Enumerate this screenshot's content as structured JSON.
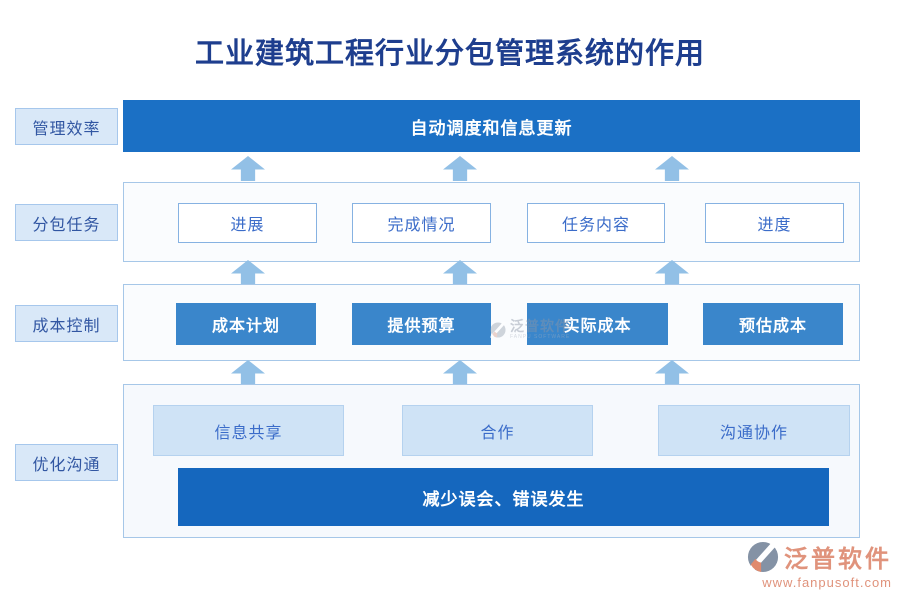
{
  "title": "工业建筑工程行业分包管理系统的作用",
  "rows": [
    {
      "label": "管理效率",
      "type": "banner",
      "banner": "自动调度和信息更新"
    },
    {
      "label": "分包任务",
      "type": "outline-boxes",
      "items": [
        "进展",
        "完成情况",
        "任务内容",
        "进度"
      ]
    },
    {
      "label": "成本控制",
      "type": "solid-boxes",
      "items": [
        "成本计划",
        "提供预算",
        "实际成本",
        "预估成本"
      ]
    },
    {
      "label": "优化沟通",
      "type": "light-boxes",
      "items": [
        "信息共享",
        "合作",
        "沟通协作"
      ],
      "banner": "减少误会、错误发生"
    }
  ],
  "watermark": {
    "name": "泛普软件",
    "subtitle": "FANPU SOFTWARE"
  },
  "brand": {
    "name": "泛普软件",
    "url": "www.fanpusoft.com"
  },
  "colors": {
    "title_text": "#1e3e8e",
    "banner_blue": "#1b70c5",
    "solid_box_blue": "#3a86cb",
    "bottom_banner_blue": "#1567be",
    "arrow_blue": "#92c0e6",
    "label_fill": "#d9e8f8",
    "label_border": "#a6c7ec",
    "container_border": "#a6c7e8",
    "outline_box_border": "#86b2e2",
    "light_box_fill": "#cfe3f6",
    "box_text_blue": "#3b6cc9",
    "brand_salmon": "#e0937c"
  }
}
